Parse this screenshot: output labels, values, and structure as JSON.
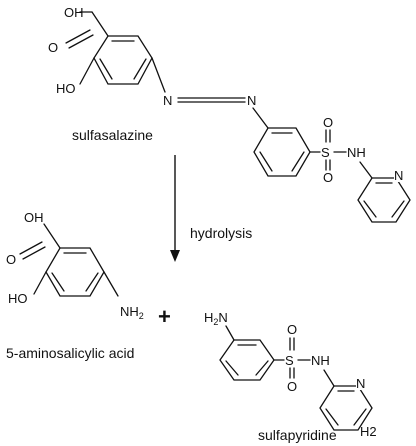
{
  "labels": {
    "sulfasalazine": "sulfasalazine",
    "hydrolysis": "hydrolysis",
    "aminosalicylic": "5-aminosalicylic acid",
    "sulfapyridine": "sulfapyridine",
    "plus": "+"
  },
  "atoms": {
    "oh": "OH",
    "o": "O",
    "ho": "HO",
    "n": "N",
    "s": "S",
    "nh": "NH",
    "nh2": "NH",
    "h2n": "H",
    "sub2": "2",
    "h2": "H2"
  }
}
